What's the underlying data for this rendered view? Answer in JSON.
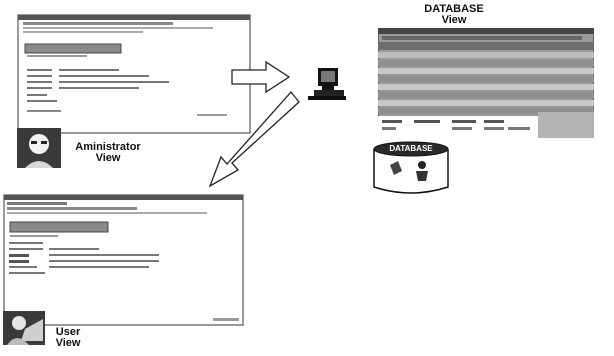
{
  "labels": {
    "database_view_line1": "DATABASE",
    "database_view_line2": "View",
    "admin_view_line1": "Aministrator",
    "admin_view_line2": "View",
    "user_view_line1": "User",
    "user_view_line2": "View",
    "database_badge": "DATABASE"
  }
}
